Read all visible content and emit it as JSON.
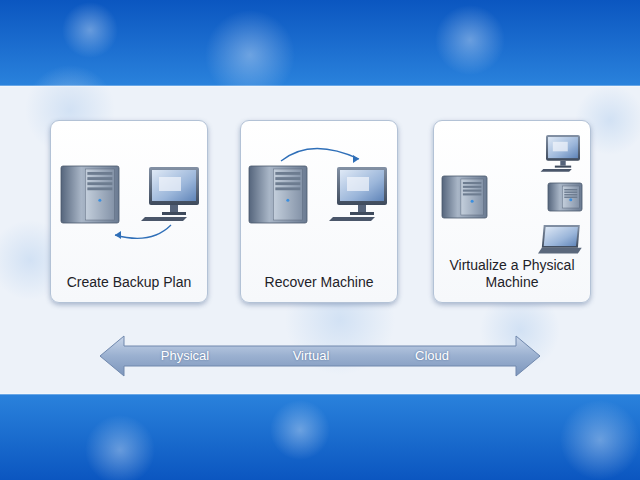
{
  "diagram": {
    "nodes": [
      {
        "text": [
          "Create Backup Plan"
        ]
      },
      {
        "text": [
          "Recover Machine"
        ]
      },
      {
        "text": [
          "Virtualize a Physical Machine"
        ]
      }
    ],
    "labels": [
      "Physical",
      "Virtual",
      "Cloud"
    ]
  }
}
